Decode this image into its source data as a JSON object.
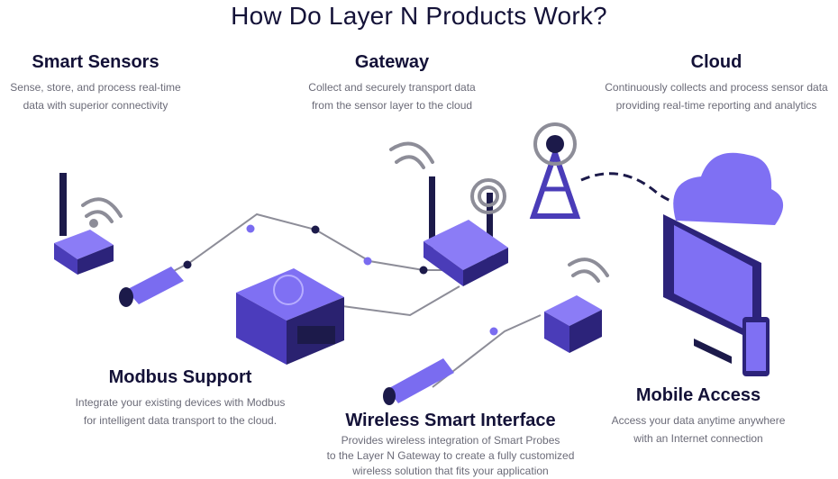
{
  "title": "How Do Layer N Products Work?",
  "sections": {
    "smart_sensors": {
      "heading": "Smart Sensors",
      "text": "Sense, store, and process real-time\ndata with superior connectivity"
    },
    "gateway": {
      "heading": "Gateway",
      "text": "Collect and securely transport data\nfrom the sensor layer to the cloud"
    },
    "cloud": {
      "heading": "Cloud",
      "text": "Continuously collects and process sensor data\nproviding real-time reporting and analytics"
    },
    "modbus": {
      "heading": "Modbus Support",
      "text": "Integrate your existing devices with Modbus\nfor intelligent data transport to the cloud."
    },
    "mobile": {
      "heading": "Mobile Access",
      "text": "Access your data anytime anywhere\nwith an Internet connection"
    },
    "wireless": {
      "heading": "Wireless Smart Interface",
      "text": "Provides wireless integration of Smart Probes\nto the Layer N Gateway to create a fully customized\nwireless solution that fits your application"
    }
  },
  "colors": {
    "purple": "#6c5ce7",
    "purple_dark": "#3d2f99",
    "navy": "#1c1a4a",
    "line": "#9a9aa6"
  }
}
